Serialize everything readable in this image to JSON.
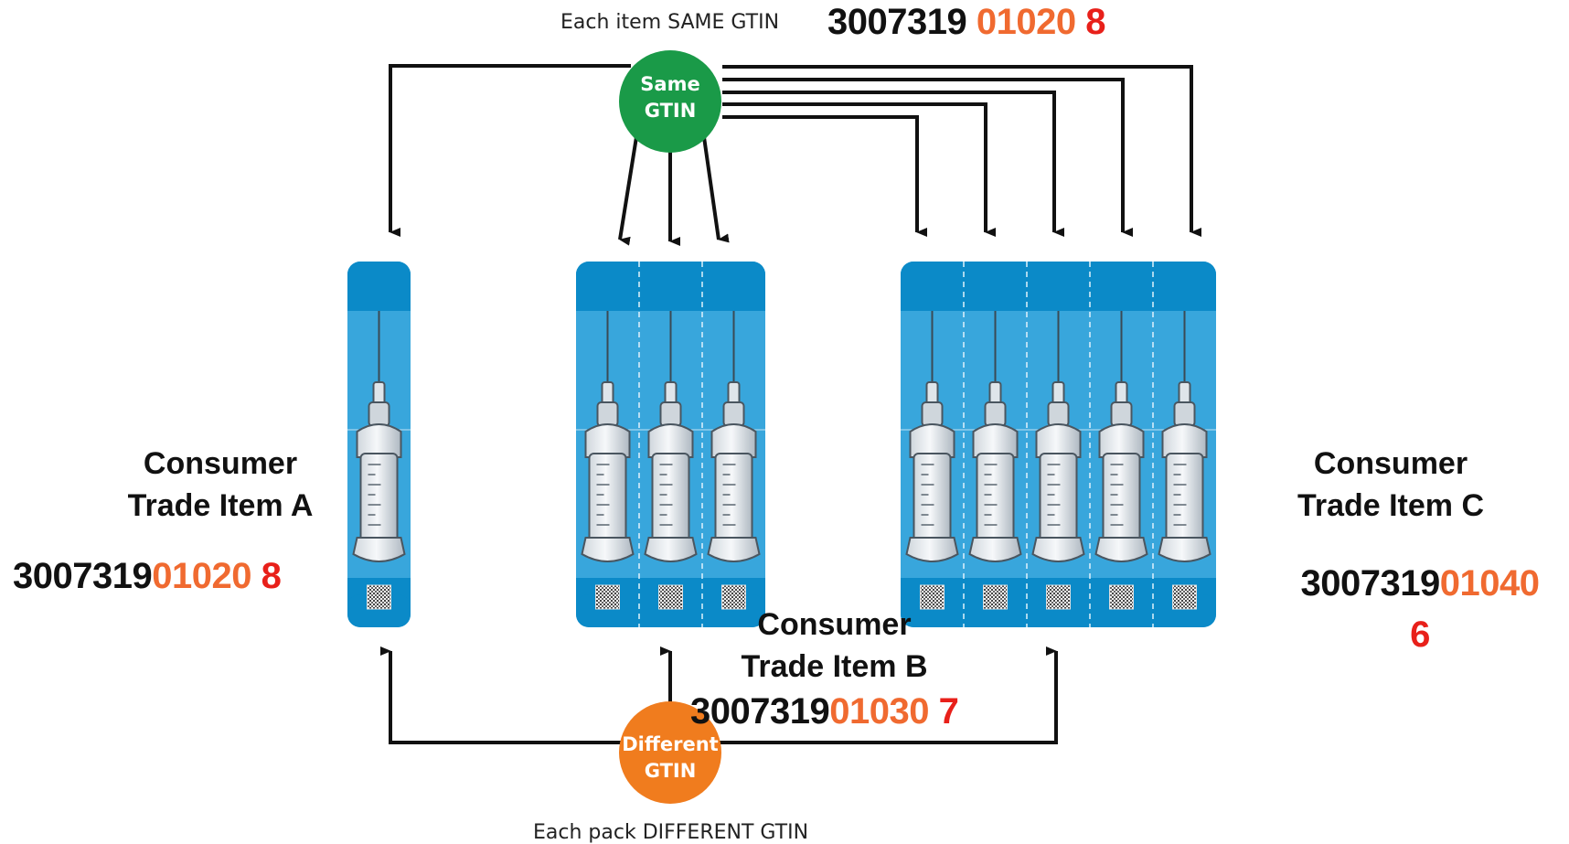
{
  "header": {
    "same_note": "Each item SAME GTIN",
    "gtin_prefix": "3007319",
    "gtin_ref": "01020",
    "gtin_check": "8"
  },
  "badges": {
    "same": [
      "Same",
      "GTIN"
    ],
    "different": [
      "Different",
      "GTIN"
    ]
  },
  "footer": {
    "different_note": "Each pack DIFFERENT GTIN"
  },
  "items": {
    "a": {
      "title": [
        "Consumer",
        "Trade Item A"
      ],
      "prefix": "3007319",
      "ref": "01020",
      "check": "8",
      "syringes": 1
    },
    "b": {
      "title": [
        "Consumer",
        "Trade Item B"
      ],
      "prefix": "3007319",
      "ref": "01030",
      "check": "7",
      "syringes": 3
    },
    "c": {
      "title": [
        "Consumer",
        "Trade Item C"
      ],
      "prefix": "3007319",
      "ref": "01040",
      "check": "6",
      "syringes": 5
    }
  },
  "colors": {
    "pack_light": "#38a6dc",
    "pack_dark": "#0b8ac8",
    "same_badge": "#1a9a48",
    "different_badge": "#f07c1e",
    "ref_digits": "#f06a30",
    "check_digit": "#e8201a"
  }
}
